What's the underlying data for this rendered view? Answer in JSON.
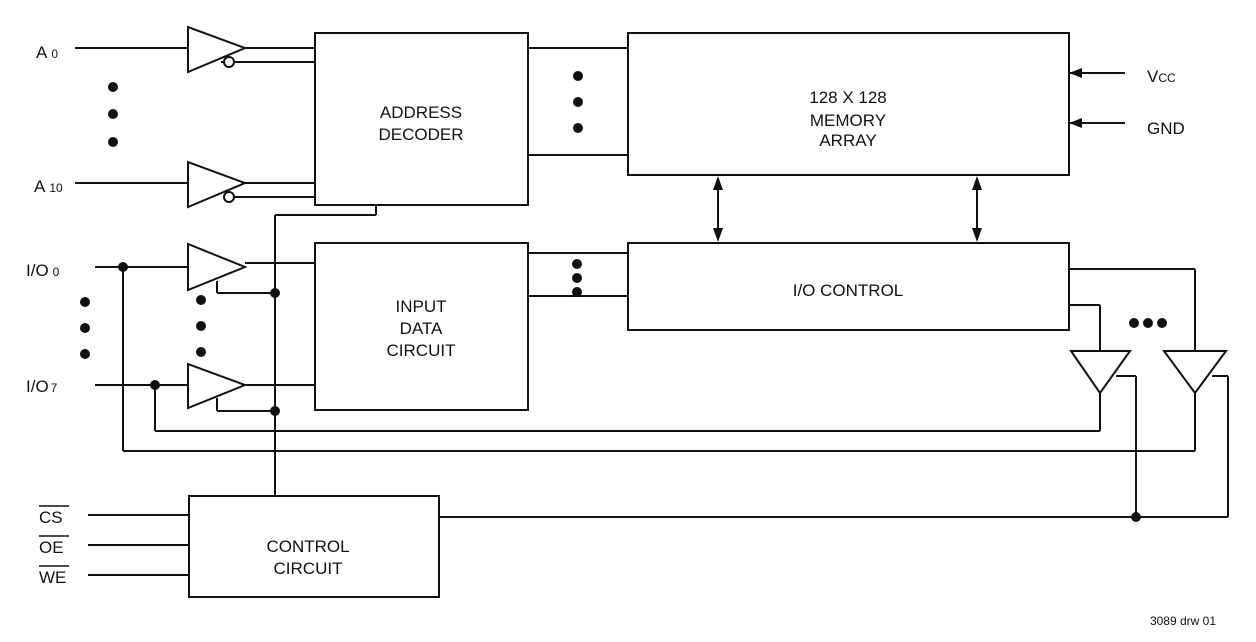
{
  "diagram": {
    "blocks": {
      "address_decoder": [
        "ADDRESS",
        "DECODER"
      ],
      "memory_array": [
        "128 X 128",
        "MEMORY",
        "ARRAY"
      ],
      "input_data_circuit": [
        "INPUT",
        "DATA",
        "CIRCUIT"
      ],
      "io_control": [
        "I/O CONTROL"
      ],
      "control_circuit": [
        "CONTROL",
        "CIRCUIT"
      ]
    },
    "pins": {
      "a0": {
        "main": "A",
        "sub": "0"
      },
      "a10": {
        "main": "A",
        "sub": "10"
      },
      "io0": {
        "main": "I/O",
        "sub": "0"
      },
      "io7": {
        "main": "I/O",
        "sub": "7"
      },
      "vcc": {
        "main": "V",
        "sub": "CC"
      },
      "gnd": "GND",
      "cs": "CS",
      "oe": "OE",
      "we": "WE"
    },
    "drawing_number": "3089 drw 01"
  }
}
